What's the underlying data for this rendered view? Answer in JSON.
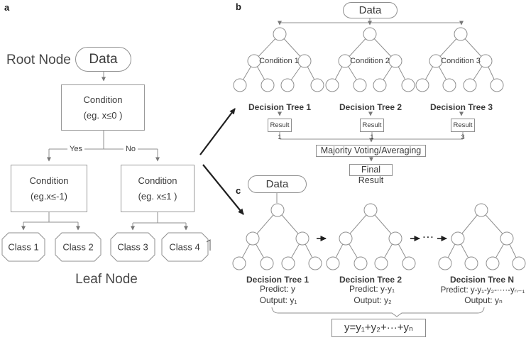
{
  "colors": {
    "background": "#ffffff",
    "line": "#8f8f8f",
    "text": "#3a3a3a",
    "arrow": "#1f1f1f"
  },
  "panel_a": {
    "label": "a",
    "root_node_caption": "Root Node",
    "leaf_node_caption": "Leaf Node",
    "data_label": "Data",
    "root_condition_line1": "Condition",
    "root_condition_line2": "(eg. x≤0 )",
    "branch_yes": "Yes",
    "branch_no": "No",
    "left_condition_line1": "Condition",
    "left_condition_line2": "(eg.x≤-1)",
    "right_condition_line1": "Condition",
    "right_condition_line2": "(eg. x≤1 )",
    "classes": [
      "Class 1",
      "Class 2",
      "Class 3",
      "Class 4"
    ]
  },
  "panel_b": {
    "label": "b",
    "data_label": "Data",
    "condition_labels": [
      "Condition 1",
      "Condition 2",
      "Condition 3"
    ],
    "tree_labels": [
      "Decision Tree 1",
      "Decision Tree 2",
      "Decision Tree 3"
    ],
    "result_labels": [
      "Result 1",
      "Result 1",
      "Result 3"
    ],
    "majority_label": "Majority Voting/Averaging",
    "final_label": "Final Result"
  },
  "panel_c": {
    "label": "c",
    "data_label": "Data",
    "ellipsis": "···",
    "trees": [
      {
        "name": "Decision Tree 1",
        "predict": "Predict: y",
        "output": "Output: y₁"
      },
      {
        "name": "Decision Tree 2",
        "predict": "Predict: y-y₁",
        "output": "Output: y₂"
      },
      {
        "name": "Decision Tree N",
        "predict": "Predict: y-y₁-y₂-····-yₙ₋₁",
        "output": "Output: yₙ"
      }
    ],
    "formula": "y=y₁+y₂+···+yₙ"
  }
}
